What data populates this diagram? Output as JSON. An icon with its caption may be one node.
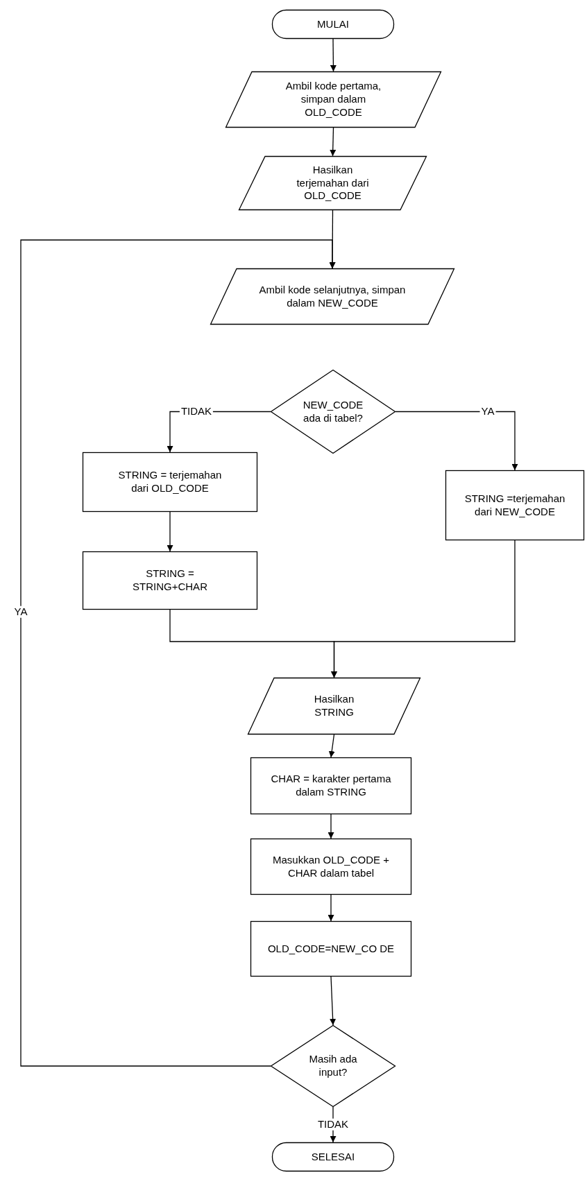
{
  "diagram": {
    "nodes": [
      {
        "text": [
          "MULAI"
        ]
      },
      {
        "text": [
          "Ambil kode pertama, simpan dalam OLD_CODE"
        ]
      },
      {
        "text": [
          "Hasilkan terjemahan dari OLD_CODE"
        ]
      },
      {
        "text": [
          "Ambil kode selanjutnya, simpan dalam NEW_CODE"
        ]
      },
      {
        "text": [
          "NEW_CODE ada di tabel?"
        ]
      },
      {
        "text": [
          "STRING = terjemahan dari OLD_CODE"
        ]
      },
      {
        "text": [
          "STRING = STRING+CHAR"
        ]
      },
      {
        "text": [
          "STRING =terjemahan dari NEW_CODE"
        ]
      },
      {
        "text": [
          "Hasilkan STRING"
        ]
      },
      {
        "text": [
          "CHAR = karakter pertama dalam STRING"
        ]
      },
      {
        "text": [
          "Masukkan OLD_CODE + CHAR dalam tabel"
        ]
      },
      {
        "text": [
          "OLD_CODE=NEW_CO DE"
        ]
      },
      {
        "text": [
          "Masih ada input?"
        ]
      },
      {
        "text": [
          "SELESAI"
        ]
      }
    ],
    "edges": [
      {
        "from": 0,
        "to": 1,
        "arrow": "to"
      },
      {
        "from": 1,
        "to": 2,
        "arrow": "to"
      },
      {
        "from": 2,
        "to": 3,
        "arrow": "to"
      },
      {
        "from": 4,
        "to": 5,
        "arrow": "to",
        "label": "TIDAK"
      },
      {
        "from": 4,
        "to": 7,
        "arrow": "to",
        "label": "YA"
      },
      {
        "from": 5,
        "to": 6,
        "arrow": "to"
      },
      {
        "from": 6,
        "to": 8,
        "arrow": "to"
      },
      {
        "from": 7,
        "to": 8,
        "arrow": "to"
      },
      {
        "from": 8,
        "to": 9,
        "arrow": "to"
      },
      {
        "from": 9,
        "to": 10,
        "arrow": "to"
      },
      {
        "from": 10,
        "to": 11,
        "arrow": "to"
      },
      {
        "from": 11,
        "to": 12,
        "arrow": "to"
      },
      {
        "from": 12,
        "to": 13,
        "arrow": "to",
        "label": "TIDAK"
      },
      {
        "from": 12,
        "to": 3,
        "arrow": "to",
        "label": "YA"
      }
    ]
  }
}
